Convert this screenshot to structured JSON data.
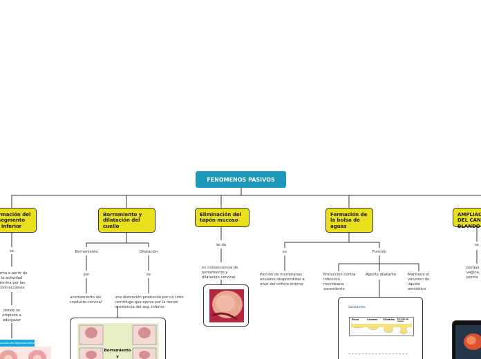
{
  "root": "FENOMENOS PASIVOS",
  "topics": {
    "segmento": "Formación del segmento inferior",
    "borramiento": "Borramiento y dilatación del cuello",
    "tapon": "Eliminación del tapón mucoso",
    "bolsa": "Formación de la bolsa de aguas",
    "canal": "AMPLIACIÓN DEL CANAL BLANDO"
  },
  "segmento": {
    "conn": "se",
    "text1": "forma a partir de la actividad uterina por las contracciones",
    "text2": "donde se empieza a adelgazar",
    "banner": "Formación del segmento inferior"
  },
  "borramiento": {
    "b_label": "Borramiento",
    "d_label": "Dilatación",
    "b_conn": "por",
    "d_conn": "es",
    "b_text": "acortamiento del conducto cervical",
    "d_text": "una distención producida por un tirón centrífugo que ejerce por la menor resistencia del seg. Inferior",
    "img_caption": "Borramiento y"
  },
  "tapon": {
    "conn": "se da",
    "text": "en consecuencia de borramiento y dilatación cervical."
  },
  "bolsa": {
    "conn_es": "es",
    "conn_funcion": "Función",
    "definition": "Porción de membranas ovulares desprendidas a nivel del orificio interno",
    "f1": "Protección contra infección microbiana ascendente",
    "f2": "Agente dilatante",
    "f3": "Mantiene el volumen de líquido amniótico",
    "variedades": "Variedades",
    "v1": "Plana",
    "v2": "Convexa",
    "v3": "Cilíndrica",
    "v4": "En reloj de arena"
  },
  "canal": {
    "conn": "se",
    "text": "porque vagina, perine"
  },
  "colors": {
    "root": "#1b98ba",
    "topic": "#e9df1c",
    "line": "#333333"
  }
}
